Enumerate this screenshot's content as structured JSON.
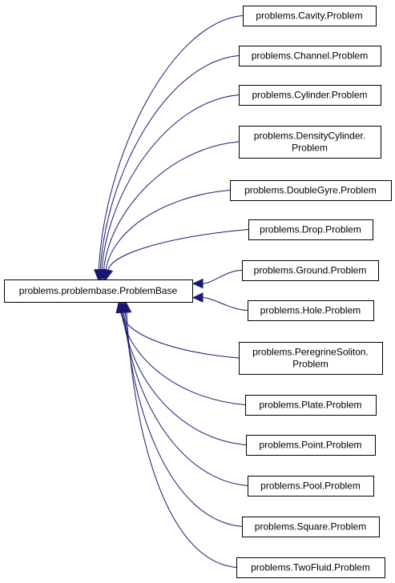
{
  "diagram": {
    "type": "inheritance-graph",
    "edge_color": "#191970",
    "node_border_color": "#000000",
    "base_class": {
      "id": "base",
      "label_lines": [
        "problems.problembase.ProblemBase"
      ]
    },
    "derived_classes": [
      {
        "id": "cavity",
        "label_lines": [
          "problems.Cavity.Problem"
        ]
      },
      {
        "id": "channel",
        "label_lines": [
          "problems.Channel.Problem"
        ]
      },
      {
        "id": "cylinder",
        "label_lines": [
          "problems.Cylinder.Problem"
        ]
      },
      {
        "id": "density-cylinder",
        "label_lines": [
          "problems.DensityCylinder.",
          "Problem"
        ]
      },
      {
        "id": "double-gyre",
        "label_lines": [
          "problems.DoubleGyre.Problem"
        ]
      },
      {
        "id": "drop",
        "label_lines": [
          "problems.Drop.Problem"
        ]
      },
      {
        "id": "ground",
        "label_lines": [
          "problems.Ground.Problem"
        ]
      },
      {
        "id": "hole",
        "label_lines": [
          "problems.Hole.Problem"
        ]
      },
      {
        "id": "peregrine-soliton",
        "label_lines": [
          "problems.PeregrineSoliton.",
          "Problem"
        ]
      },
      {
        "id": "plate",
        "label_lines": [
          "problems.Plate.Problem"
        ]
      },
      {
        "id": "point",
        "label_lines": [
          "problems.Point.Problem"
        ]
      },
      {
        "id": "pool",
        "label_lines": [
          "problems.Pool.Problem"
        ]
      },
      {
        "id": "square",
        "label_lines": [
          "problems.Square.Problem"
        ]
      },
      {
        "id": "two-fluid",
        "label_lines": [
          "problems.TwoFluid.Problem"
        ]
      }
    ]
  }
}
